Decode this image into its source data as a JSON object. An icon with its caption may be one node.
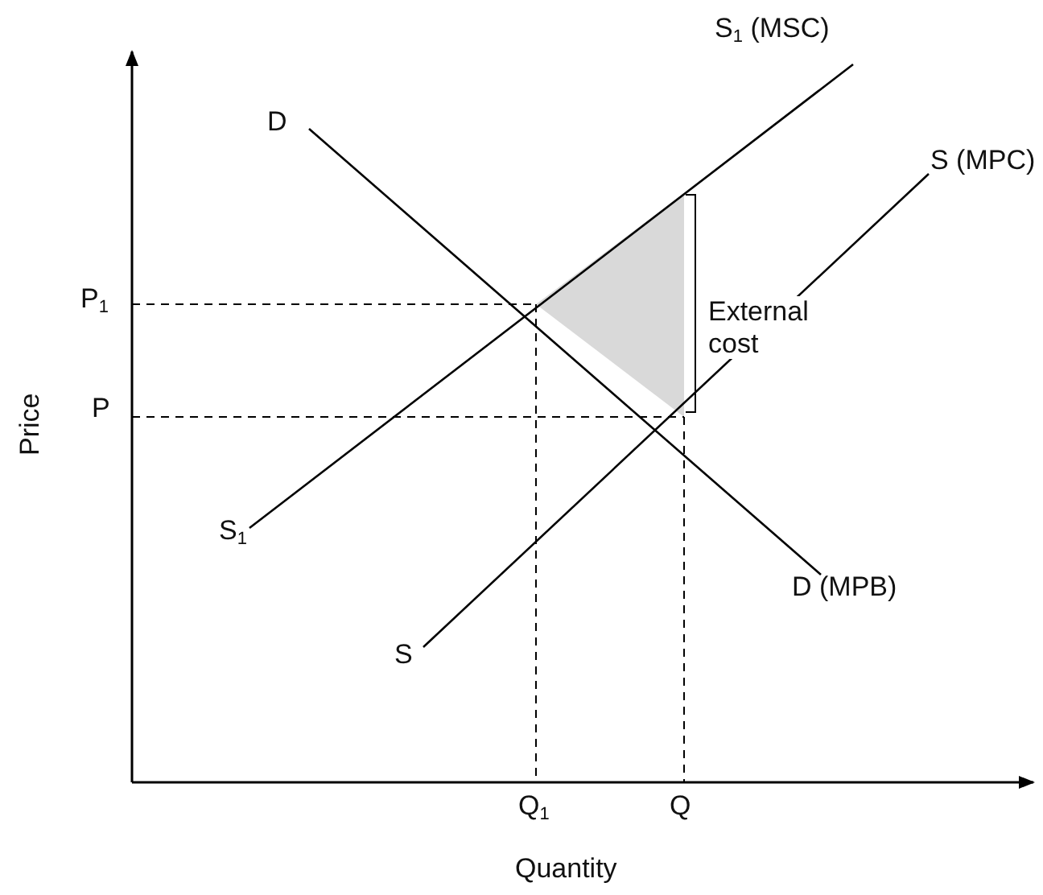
{
  "diagram": {
    "labels": [
      "S$_{1}$ (MSC)",
      "S (MPC)",
      "D",
      "P$_{1}$",
      "External cost",
      "P",
      "Price",
      "S$_{1}$",
      "D (MPB)",
      "S",
      "Q$_{1}$",
      "Q",
      "Quantity"
    ]
  }
}
